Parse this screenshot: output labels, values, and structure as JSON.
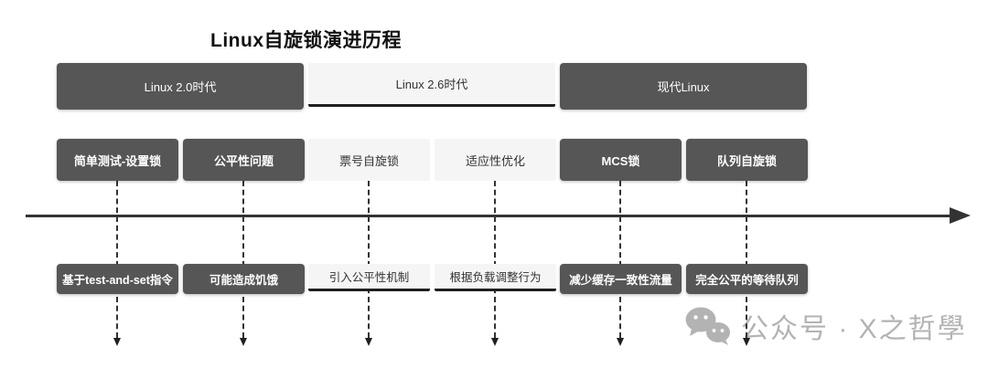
{
  "title": "Linux自旋锁演进历程",
  "eras": [
    {
      "label": "Linux 2.0时代",
      "style": "dark"
    },
    {
      "label": "Linux 2.6时代",
      "style": "light"
    },
    {
      "label": "现代Linux",
      "style": "dark"
    }
  ],
  "milestones": [
    {
      "name": "简单测试-设置锁",
      "description": "基于test-and-set指令",
      "style": "dark",
      "era": "Linux 2.0时代"
    },
    {
      "name": "公平性问题",
      "description": "可能造成饥饿",
      "style": "dark",
      "era": "Linux 2.0时代"
    },
    {
      "name": "票号自旋锁",
      "description": "引入公平性机制",
      "style": "light",
      "era": "Linux 2.6时代"
    },
    {
      "name": "适应性优化",
      "description": "根据负载调整行为",
      "style": "light",
      "era": "Linux 2.6时代"
    },
    {
      "name": "MCS锁",
      "description": "减少缓存一致性流量",
      "style": "dark",
      "era": "现代Linux"
    },
    {
      "name": "队列自旋锁",
      "description": "完全公平的等待队列",
      "style": "dark",
      "era": "现代Linux"
    }
  ],
  "watermark": {
    "icon": "wechat-icon",
    "text": "公众号 · X之哲學"
  },
  "colors": {
    "dark_box_bg": "#565656",
    "dark_box_text": "#ffffff",
    "light_box_bg": "#f5f5f5",
    "light_box_text": "#333333",
    "accent_line": "#1f1f1f",
    "timeline": "#333333",
    "watermark": "#b3b3b3"
  }
}
